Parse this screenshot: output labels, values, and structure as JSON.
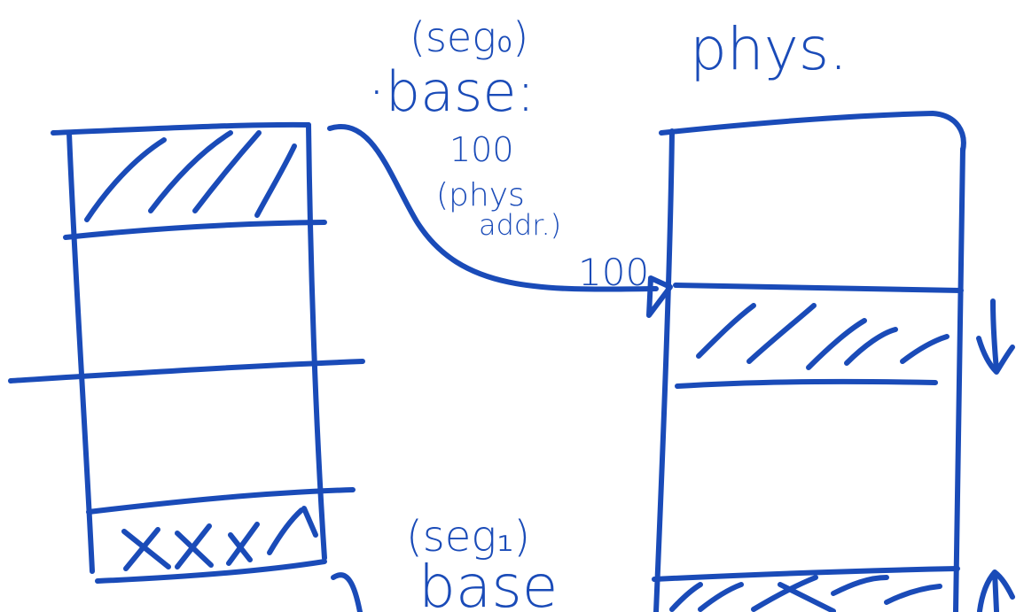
{
  "ink_color": "#1a4bb8",
  "labels": {
    "seg0": "(seg₀)",
    "base0": "·base:",
    "phys_title": "phys.",
    "val100": "100",
    "phys_open": "(phys",
    "addr": "addr.)",
    "arrow_label": "100",
    "seg1": "(seg₁)",
    "base1": "base"
  }
}
